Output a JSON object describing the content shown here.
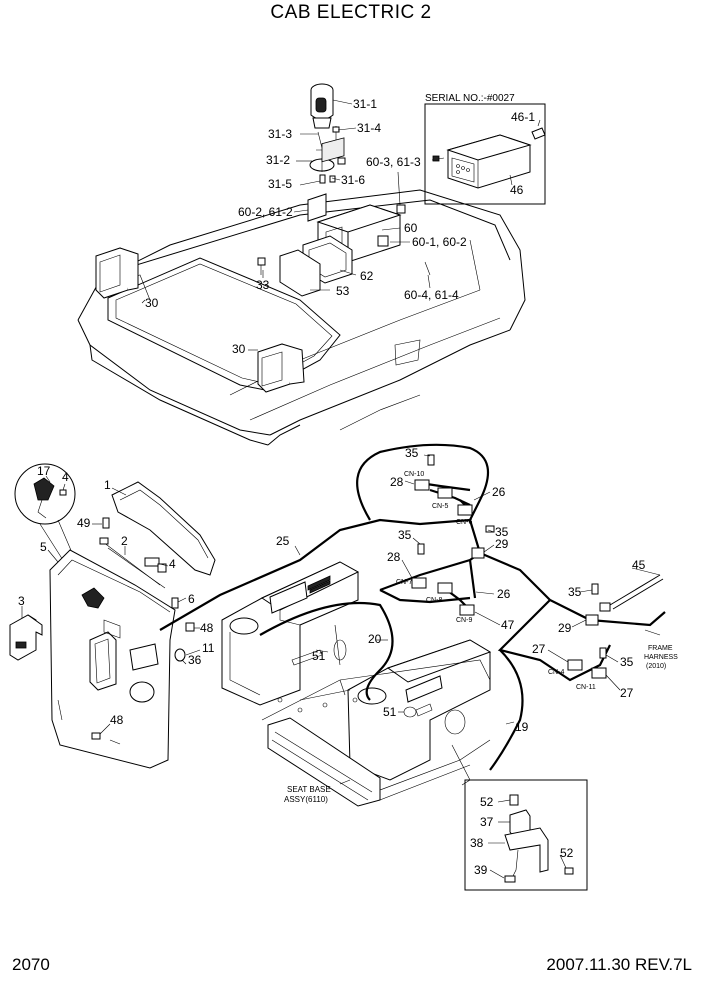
{
  "title": "CAB ELECTRIC 2",
  "page_number": "2070",
  "revision": "2007.11.30 REV.7L",
  "notes": {
    "serial": "SERIAL NO.:-#0027",
    "seat_base": [
      "SEAT BASE",
      "ASSY(6110)"
    ],
    "frame_harness": [
      "FRAME",
      "HARNESS",
      "(2010)"
    ]
  },
  "callouts": {
    "c31_1": "31-1",
    "c31_3": "31-3",
    "c31_4": "31-4",
    "c31_2": "31-2",
    "c31_5": "31-5",
    "c31_6": "31-6",
    "c60_3": "60-3, 61-3",
    "c60_2": "60-2, 61-2",
    "c60": "60",
    "c60_1": "60-1, 60-2",
    "c62": "62",
    "c33": "33",
    "c53": "53",
    "c60_4": "60-4, 61-4",
    "c30a": "30",
    "c30b": "30",
    "c46_1": "46-1",
    "c46": "46",
    "c17": "17",
    "c4a": "4",
    "c1": "1",
    "c49": "49",
    "c2": "2",
    "c4b": "4",
    "c5": "5",
    "c6": "6",
    "c3": "3",
    "c48a": "48",
    "c11": "11",
    "c36": "36",
    "c48b": "48",
    "c25": "25",
    "c35a": "35",
    "c28a": "28",
    "c26a": "26",
    "c35b": "35",
    "c29a": "29",
    "c28b": "28",
    "c26b": "26",
    "c47": "47",
    "c20": "20",
    "c51a": "51",
    "c51b": "51",
    "c45": "45",
    "c35c": "35",
    "c29b": "29",
    "c27a": "27",
    "c35d": "35",
    "c27b": "27",
    "c19": "19",
    "c52a": "52",
    "c37": "37",
    "c38": "38",
    "c52b": "52",
    "c39": "39"
  },
  "connectors": {
    "cn10": "CN-10",
    "cn5": "CN-5",
    "cn6": "CN-6",
    "cn7": "CN-7",
    "cn8": "CN-8",
    "cn9": "CN-9",
    "cn4": "CN-4",
    "cn11": "CN-11"
  }
}
